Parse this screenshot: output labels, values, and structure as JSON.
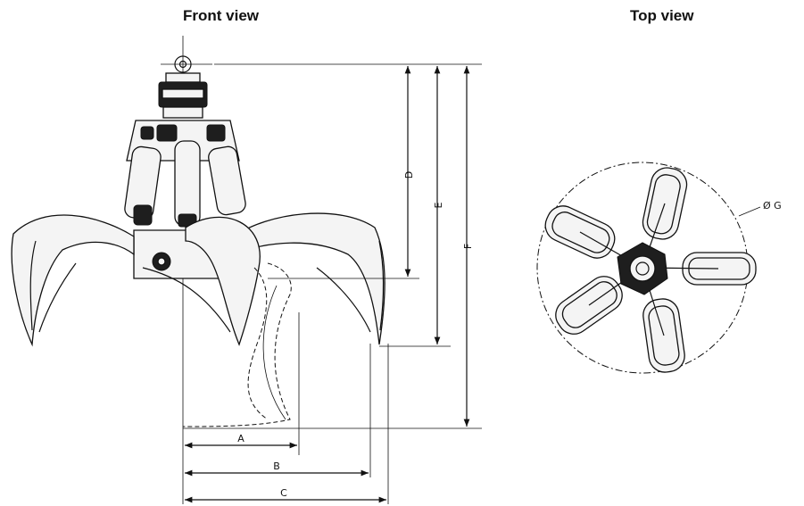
{
  "titles": {
    "front": "Front view",
    "top": "Top view"
  },
  "dimensions": {
    "A": "A",
    "B": "B",
    "C": "C",
    "D": "D",
    "E": "E",
    "F": "F",
    "G": "Ø G"
  }
}
